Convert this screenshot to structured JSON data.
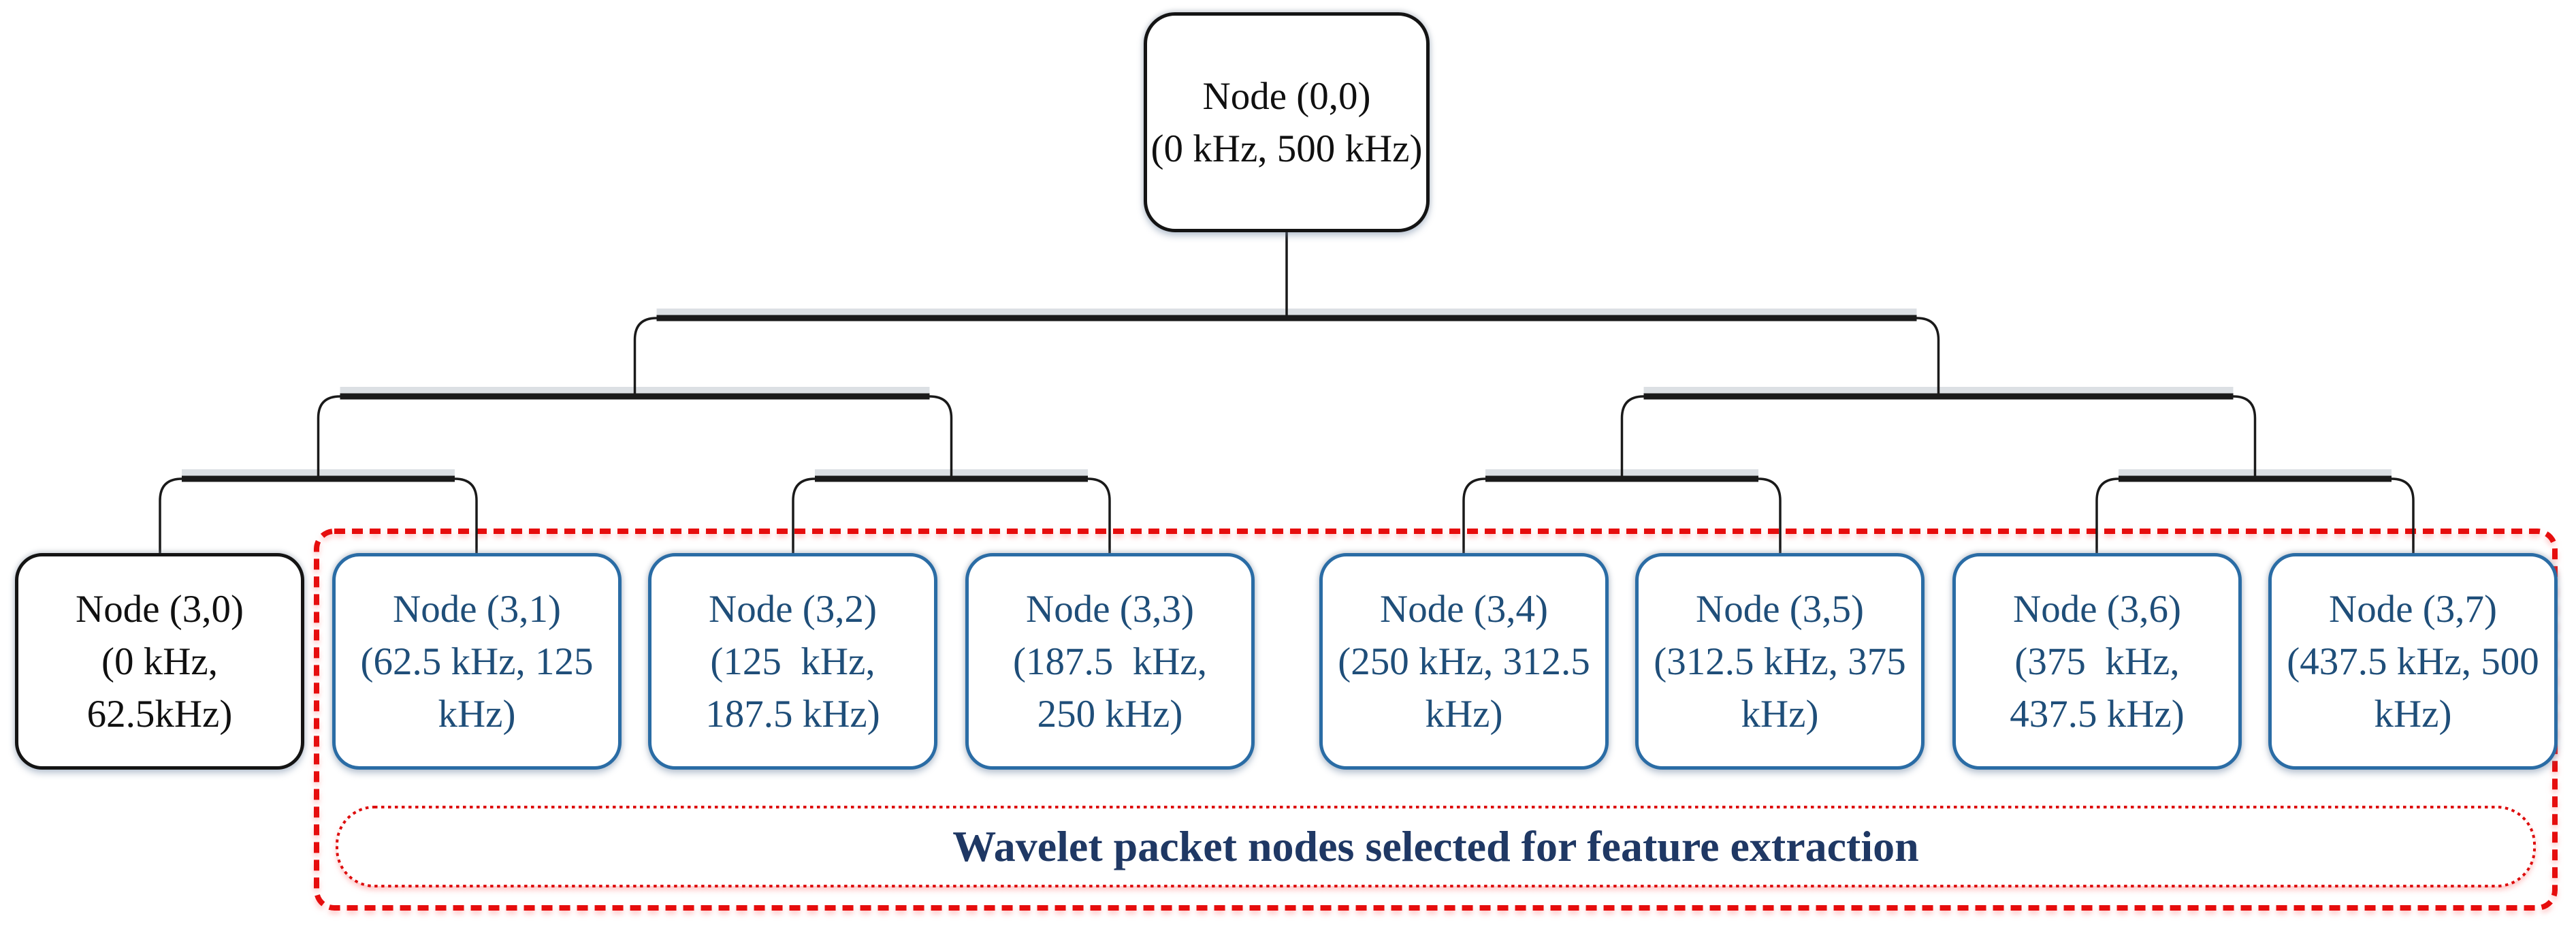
{
  "figure": {
    "type": "wavelet-packet-decomposition-tree",
    "depth_levels": 4,
    "background": "#ffffff"
  },
  "colors": {
    "root_border": "#141414",
    "root_text": "#101010",
    "leaf_border": "#2A6CA5",
    "leaf_text": "#1F4E79",
    "connector": "#1a1a1a",
    "selection_red": "#E60A0A",
    "label_text": "#1F3864"
  },
  "tree": {
    "root": {
      "id": "node-0-0",
      "lines": [
        "Node (0,0)",
        "(0 kHz, 500 kHz)"
      ],
      "band_khz": [
        0,
        500
      ]
    },
    "leaves": [
      {
        "id": "node-3-0",
        "lines": [
          "Node (3,0)",
          "(0 kHz,",
          "62.5kHz)"
        ],
        "band_khz": [
          0,
          62.5
        ],
        "selected": false
      },
      {
        "id": "node-3-1",
        "lines": [
          "Node (3,1)",
          "(62.5 kHz, 125",
          "kHz)"
        ],
        "band_khz": [
          62.5,
          125
        ],
        "selected": true
      },
      {
        "id": "node-3-2",
        "lines": [
          "Node (3,2)",
          "(125  kHz,",
          "187.5 kHz)"
        ],
        "band_khz": [
          125,
          187.5
        ],
        "selected": true
      },
      {
        "id": "node-3-3",
        "lines": [
          "Node (3,3)",
          "(187.5  kHz,",
          "250 kHz)"
        ],
        "band_khz": [
          187.5,
          250
        ],
        "selected": true
      },
      {
        "id": "node-3-4",
        "lines": [
          "Node (3,4)",
          "(250 kHz, 312.5",
          "kHz)"
        ],
        "band_khz": [
          250,
          312.5
        ],
        "selected": true
      },
      {
        "id": "node-3-5",
        "lines": [
          "Node (3,5)",
          "(312.5 kHz, 375",
          "kHz)"
        ],
        "band_khz": [
          312.5,
          375
        ],
        "selected": true
      },
      {
        "id": "node-3-6",
        "lines": [
          "Node (3,6)",
          "(375  kHz,",
          "437.5 kHz)"
        ],
        "band_khz": [
          375,
          437.5
        ],
        "selected": true
      },
      {
        "id": "node-3-7",
        "lines": [
          "Node (3,7)",
          "(437.5 kHz, 500",
          "kHz)"
        ],
        "band_khz": [
          437.5,
          500
        ],
        "selected": true
      }
    ]
  },
  "selection": {
    "label": "Wavelet packet nodes selected for feature extraction"
  }
}
